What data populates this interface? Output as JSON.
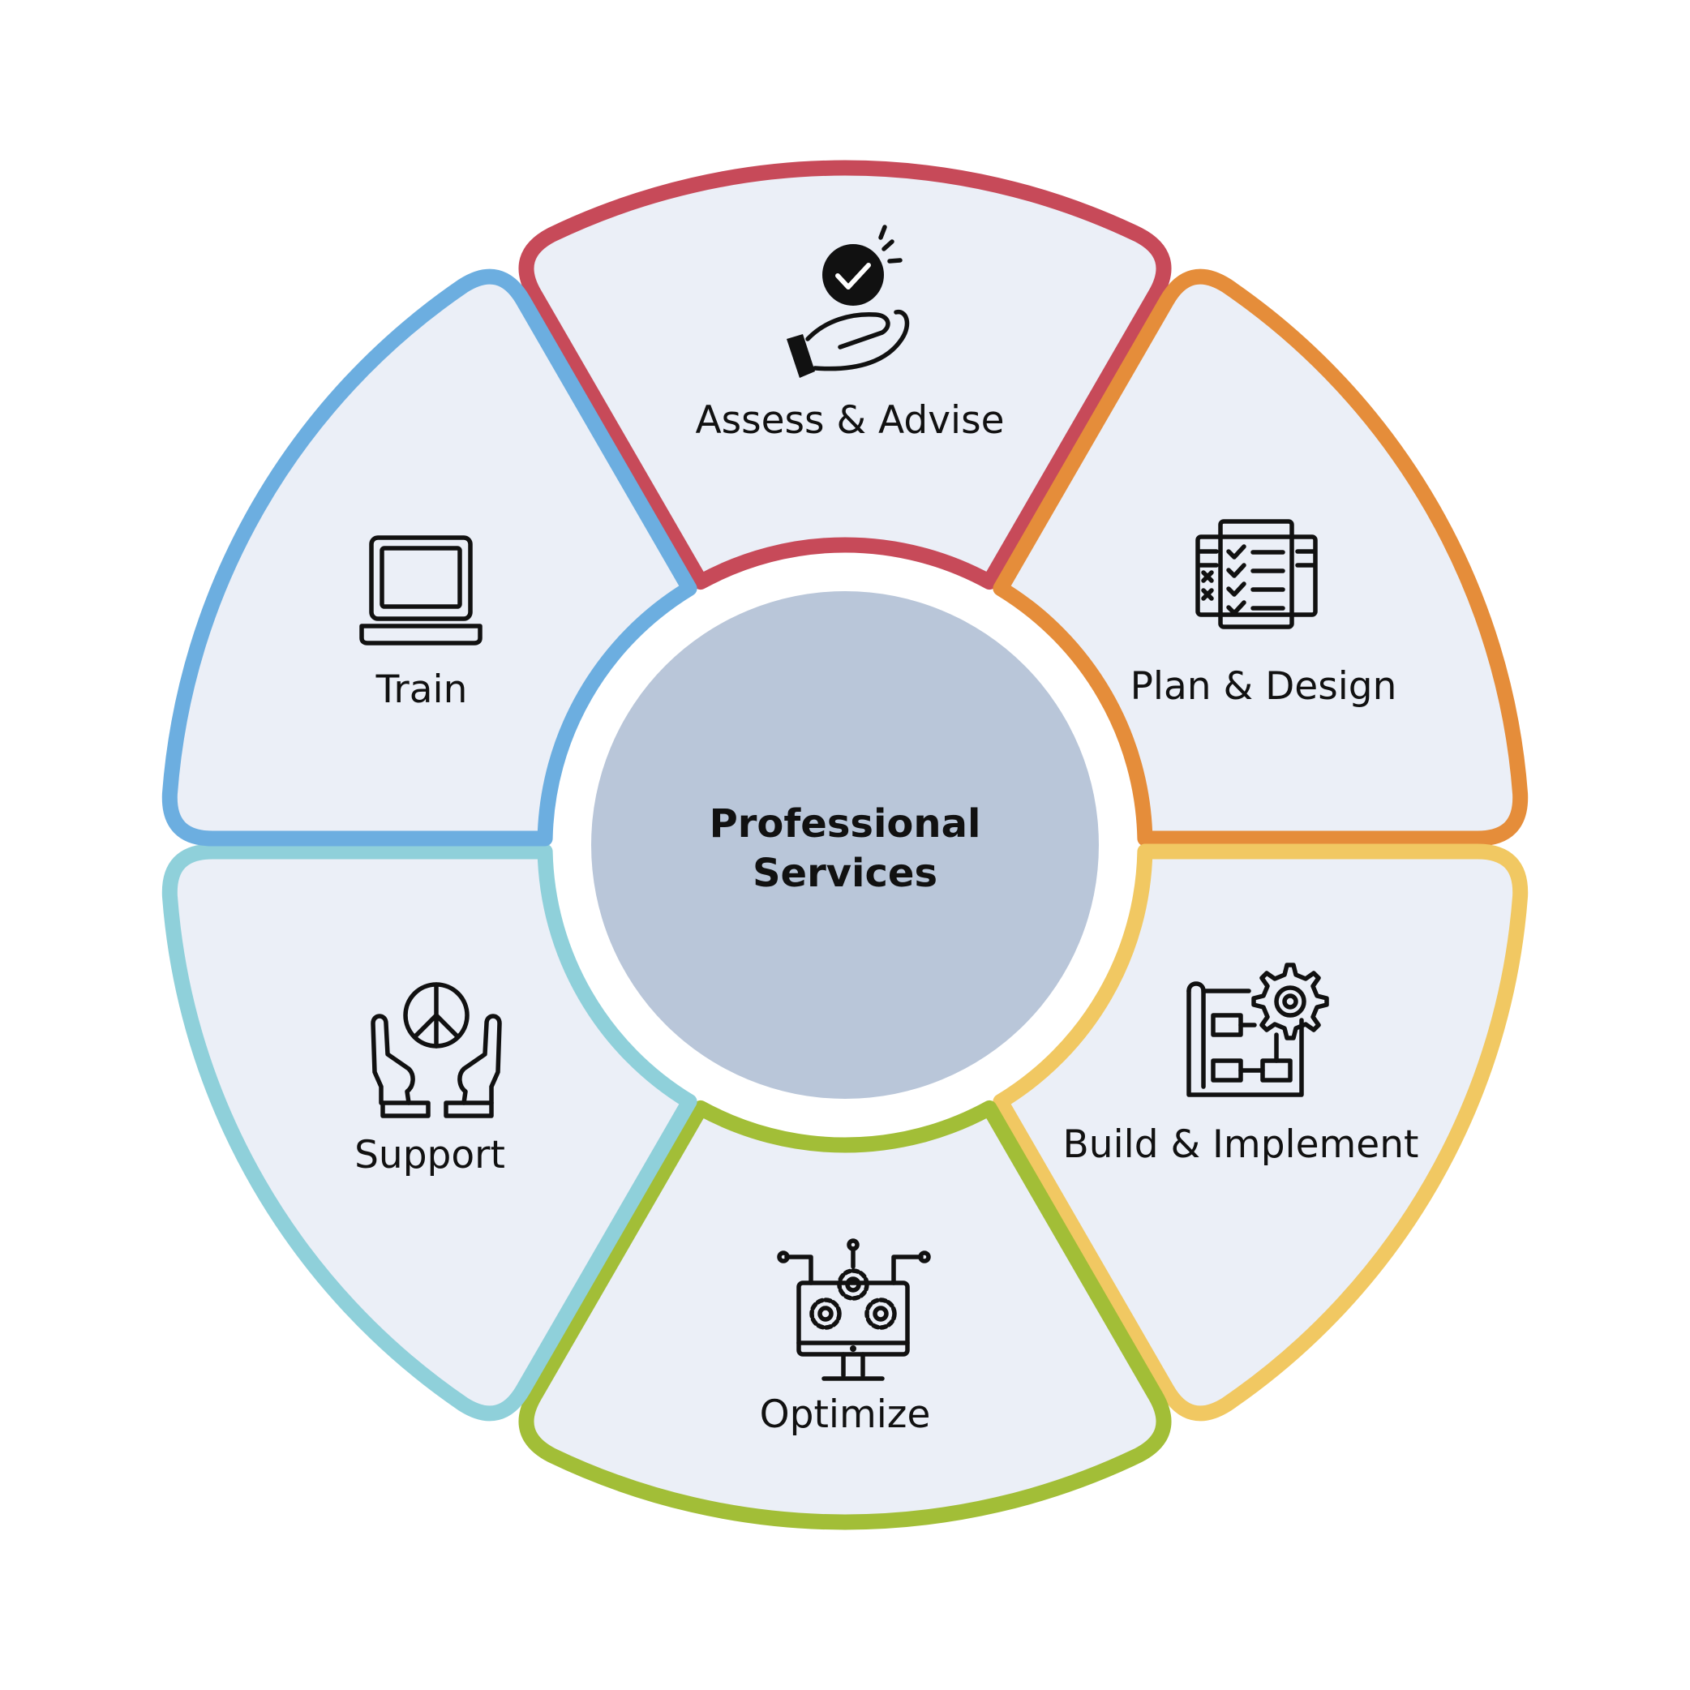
{
  "center": {
    "line1": "Professional",
    "line2": "Services",
    "fill": "#B9C6D9"
  },
  "petal_fill": "#EBEFF7",
  "petals": [
    {
      "key": "assess",
      "label": "Assess & Advise",
      "color": "#C74A59",
      "icon": "hand-checkmark-icon"
    },
    {
      "key": "plan",
      "label": "Plan & Design",
      "color": "#E58D3A",
      "icon": "checklist-document-icon"
    },
    {
      "key": "build",
      "label": "Build & Implement",
      "color": "#F1C862",
      "icon": "blueprint-gear-icon"
    },
    {
      "key": "optimize",
      "label": "Optimize",
      "color": "#A2BE37",
      "icon": "monitor-gears-icon"
    },
    {
      "key": "support",
      "label": "Support",
      "color": "#8FD0DA",
      "icon": "hands-peace-icon"
    },
    {
      "key": "train",
      "label": "Train",
      "color": "#6CAEE0",
      "icon": "laptop-icon"
    }
  ]
}
